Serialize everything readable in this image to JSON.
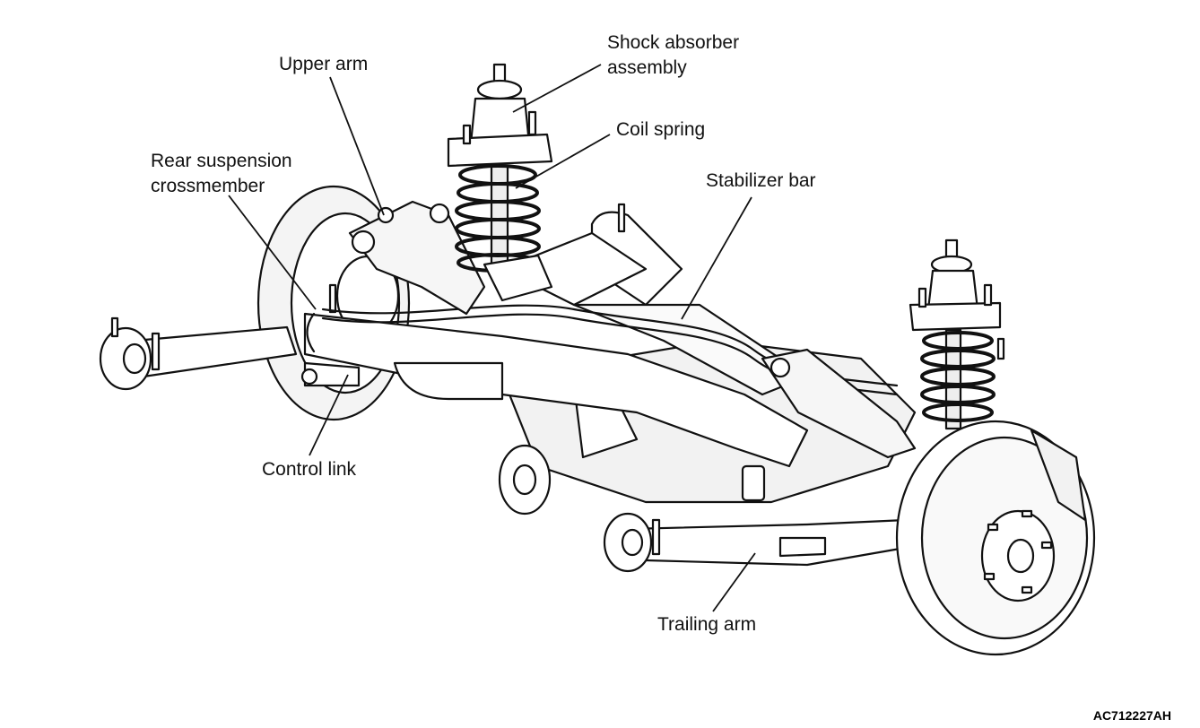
{
  "labels": {
    "upper_arm": "Upper arm",
    "shock_absorber_line1": "Shock absorber",
    "shock_absorber_line2": "assembly",
    "coil_spring": "Coil spring",
    "rear_crossmember_line1": "Rear suspension",
    "rear_crossmember_line2": "crossmember",
    "stabilizer_bar": "Stabilizer bar",
    "control_link": "Control link",
    "trailing_arm": "Trailing arm"
  },
  "figure_code": "AC712227AH",
  "colors": {
    "line": "#111111",
    "fill": "#ffffff",
    "shade": "#e8e8e8"
  }
}
